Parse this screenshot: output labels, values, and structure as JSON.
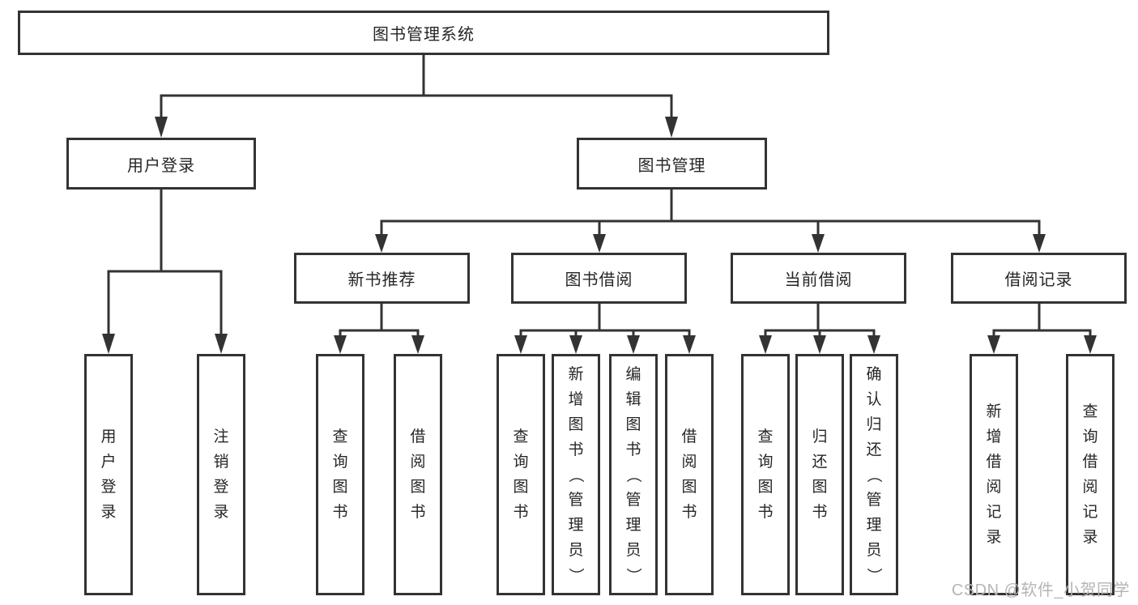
{
  "diagram": {
    "type": "hierarchy-tree",
    "root": {
      "label": "图书管理系统"
    },
    "level2": [
      {
        "label": "用户登录",
        "children": [
          "用户登录",
          "注销登录"
        ]
      },
      {
        "label": "图书管理"
      }
    ],
    "level3": [
      {
        "label": "新书推荐",
        "children": [
          "查询图书",
          "借阅图书"
        ]
      },
      {
        "label": "图书借阅",
        "children": [
          "查询图书",
          "新增图书（管理员）",
          "编辑图书（管理员）",
          "借阅图书"
        ]
      },
      {
        "label": "当前借阅",
        "children": [
          "查询图书",
          "归还图书",
          "确认归还（管理员）"
        ]
      },
      {
        "label": "借阅记录",
        "children": [
          "新增借阅记录",
          "查询借阅记录"
        ]
      }
    ],
    "watermark": "CSDN @软件_小贺同学",
    "colors": {
      "line": "#333333",
      "text": "#262626",
      "box_fill": "#ffffff",
      "background": "#ffffff",
      "watermark": "#b5b5b5"
    }
  }
}
